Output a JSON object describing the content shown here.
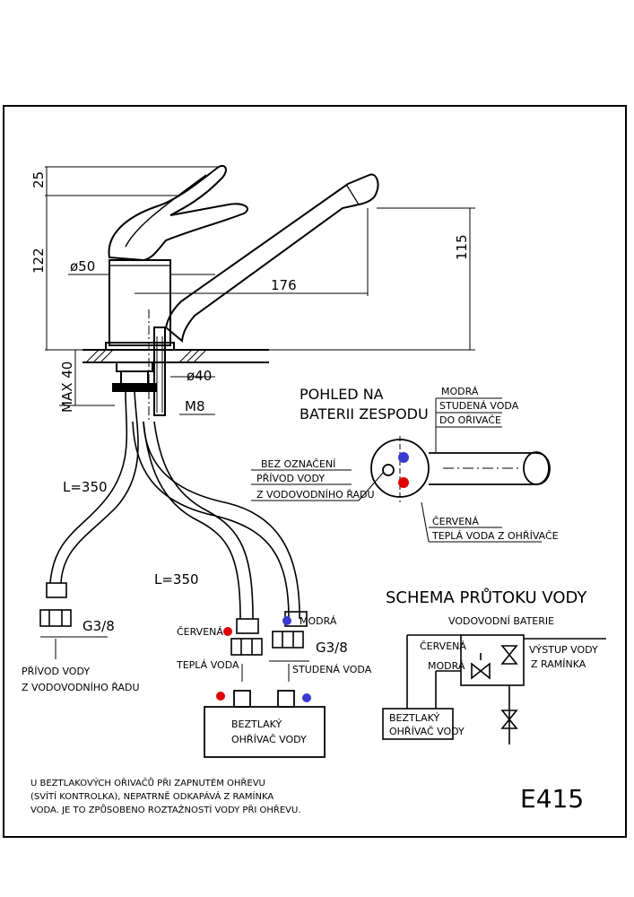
{
  "dimensions": {
    "handle_height": "25",
    "body_height": "122",
    "diameter_body": "ø50",
    "spout_reach": "176",
    "spout_height": "115",
    "max_deck": "MAX 40",
    "hole_diameter": "ø40",
    "thread": "M8",
    "hose_length_left": "L=350",
    "hose_length_mid": "L=350",
    "connector_left": "G3/8",
    "connector_right": "G3/8"
  },
  "labels": {
    "bottom_view": [
      "POHLED NA",
      "BATERII ZESPODU"
    ],
    "blue_callout": [
      "MODRÁ",
      "STUDENÁ VODA",
      "DO OŘIVAČE"
    ],
    "unmarked_callout": [
      "BEZ OZNAČENÍ",
      "PŘÍVOD VODY",
      "Z VODOVODNÍHO ŘADU"
    ],
    "red_callout": [
      "ČERVENÁ",
      "TEPLÁ VODA Z OHŘÍVAČE"
    ],
    "supply_left": [
      "PŘÍVOD VODY",
      "Z VODOVODNÍHO ŘADU"
    ],
    "hose_red": "ČERVENÁ",
    "hose_blue": "MODRÁ",
    "warm_water": "TEPLÁ VODA",
    "cold_water": "STUDENÁ VODA",
    "heater": [
      "BEZTLAKÝ",
      "OHŘÍVAČ VODY"
    ]
  },
  "schema": {
    "title": "SCHEMA PRŮTOKU VODY",
    "mixer": "VODOVODNÍ BATERIE",
    "red": "ČERVENÁ",
    "blue": "MODRÁ",
    "outlet": [
      "VÝSTUP VODY",
      "Z RAMÍNKA"
    ],
    "heater": [
      "BEZTLAKÝ",
      "OHŘÍVAČ VODY"
    ]
  },
  "note": [
    "U BEZTLAKOVÝCH OŘIVAČŮ PŘI ZAPNUTÉM OHŘEVU",
    "(SVÍTÍ KONTROLKA), NEPATRNĚ ODKAPÁVÁ Z RAMÍNKA",
    "VODA. JE TO ZPŮSOBENO ROZTAŽNOSTÍ VODY PŘI OHŘEVU."
  ],
  "drawing_number": "E415",
  "colors": {
    "line": "#000000",
    "hot": "#e00000",
    "cold": "#3a3ad0"
  }
}
